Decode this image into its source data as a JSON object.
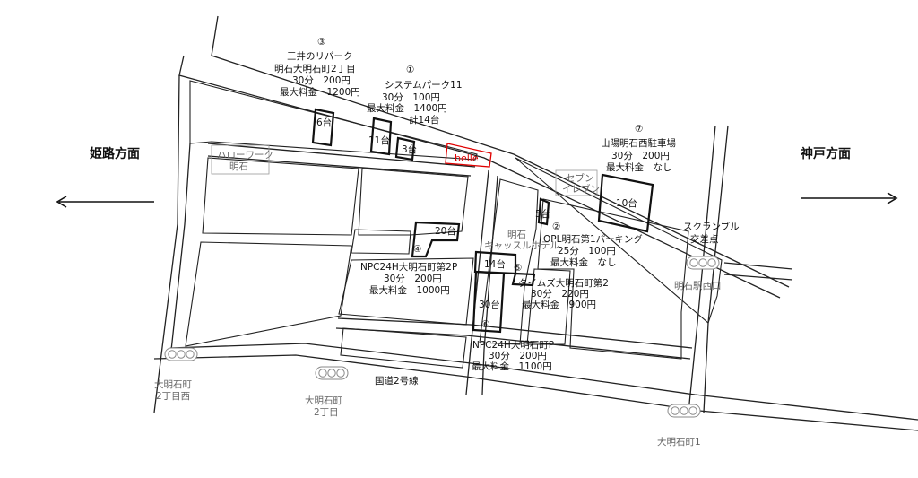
{
  "directions": {
    "left": "姫路方面",
    "right": "神戸方面"
  },
  "colors": {
    "belle": "#e00000",
    "gray_label": "#666666",
    "line": "#222222"
  },
  "icons": {
    "traffic_signal": "traffic-signal-icon",
    "arrow_left": "arrow-left-icon",
    "arrow_right": "arrow-right-icon"
  },
  "landmarks": {
    "hellowork": [
      "ハローワーク",
      "明石"
    ],
    "seven_eleven": [
      "セブン",
      "イレブン"
    ],
    "castle_hotel": [
      "明石",
      "キャッスルホテル"
    ],
    "belle": "belle",
    "scramble": [
      "スクランブル",
      "交差点"
    ],
    "route2": "国道2号線"
  },
  "intersections": {
    "ohakashi_2chome_nishi": [
      "大明石町",
      "2丁目西"
    ],
    "ohakashi_2chome": [
      "大明石町",
      "2丁目"
    ],
    "ohakashi_1": "大明石町1",
    "akashi_west_exit": "明石駅西口"
  },
  "parkings": {
    "p1": {
      "num": "①",
      "lines": [
        "システムパーク11",
        "30分　100円",
        "最大料金　1400円",
        "計14台"
      ]
    },
    "p2": {
      "num": "②",
      "lines": [
        "OPL明石第1パーキング",
        "25分　100円",
        "最大料金　なし"
      ]
    },
    "p3": {
      "num": "③",
      "lines": [
        "三井のリパーク",
        "明石大明石町2丁目",
        "30分　200円",
        "最大料金　1200円"
      ]
    },
    "p4": {
      "num": "④",
      "lines": [
        "NPC24H大明石町第2P",
        "30分　200円",
        "最大料金　1000円"
      ]
    },
    "p5": {
      "num": "⑤",
      "lines": [
        "タイムズ大明石町第2",
        "30分　220円",
        "最大料金　900円"
      ]
    },
    "p6": {
      "num": "⑥",
      "lines": [
        "NPC24H大明石町P",
        "30分　200円",
        "最大料金　1100円"
      ]
    },
    "p7": {
      "num": "⑦",
      "lines": [
        "山陽明石西駐車場",
        "30分　200円",
        "最大料金　なし"
      ]
    }
  },
  "lot_counts": {
    "lot_6": "6台",
    "lot_11": "11台",
    "lot_3": "3台",
    "lot_20": "20台",
    "lot_14": "14台",
    "lot_30": "30台",
    "lot_5": "5台",
    "lot_10": "10台"
  }
}
